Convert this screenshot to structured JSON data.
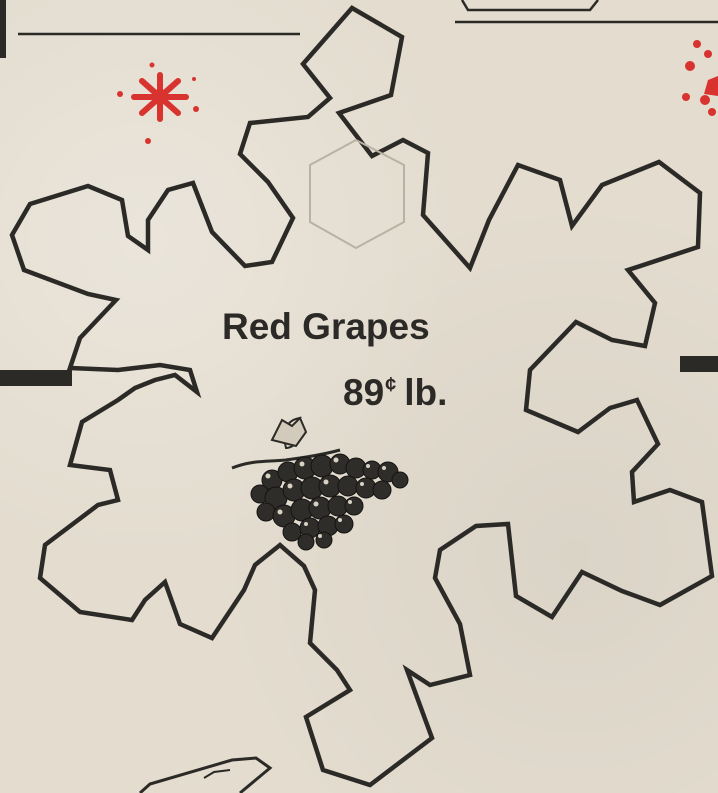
{
  "advert": {
    "product": "Red Grapes",
    "price_amount": "89",
    "price_cents_symbol": "¢",
    "price_unit": "lb."
  },
  "colors": {
    "paper": "#e3dccf",
    "ink": "#2c2a27",
    "accent_red": "#d8332f"
  },
  "icons": {
    "main_outline": "snowflake-outline",
    "illustration": "grape-cluster-icon",
    "decoration": "red-starburst"
  }
}
